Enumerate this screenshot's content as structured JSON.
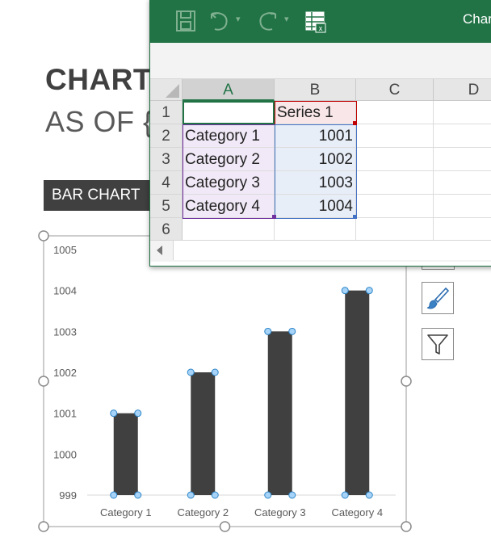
{
  "slide": {
    "title": "CHARTS",
    "subtitle": "AS OF {",
    "section_tag": "BAR CHART"
  },
  "chart_data": {
    "type": "bar",
    "categories": [
      "Category 1",
      "Category 2",
      "Category 3",
      "Category 4"
    ],
    "series": [
      {
        "name": "Series 1",
        "values": [
          1001,
          1002,
          1003,
          1004
        ]
      }
    ],
    "yticks": [
      "999",
      "1000",
      "1001",
      "1002",
      "1003",
      "1004",
      "1005"
    ],
    "ylim": [
      999,
      1005
    ],
    "grid": false,
    "legend": "none",
    "bar_color": "#404040"
  },
  "side_buttons": [
    {
      "name": "chart-styles",
      "icon": "paintbrush-icon"
    },
    {
      "name": "chart-filters",
      "icon": "filter-icon"
    }
  ],
  "excel": {
    "window_title": "Char",
    "toolbar_icons": [
      "save-icon",
      "undo-icon",
      "redo-icon",
      "edit-data-icon"
    ],
    "columns": [
      "A",
      "B",
      "C",
      "D"
    ],
    "rows": [
      "1",
      "2",
      "3",
      "4",
      "5",
      "6"
    ],
    "cells": {
      "B1": "Series 1",
      "A2": "Category 1",
      "B2": "1001",
      "A3": "Category 2",
      "B3": "1002",
      "A4": "Category 3",
      "B4": "1003",
      "A5": "Category 4",
      "B5": "1004"
    },
    "selected_column": "A",
    "colors": {
      "title_bar": "#217346",
      "category_range": "#7030a0",
      "value_range": "#4472c4",
      "series_range": "#c00000"
    }
  }
}
